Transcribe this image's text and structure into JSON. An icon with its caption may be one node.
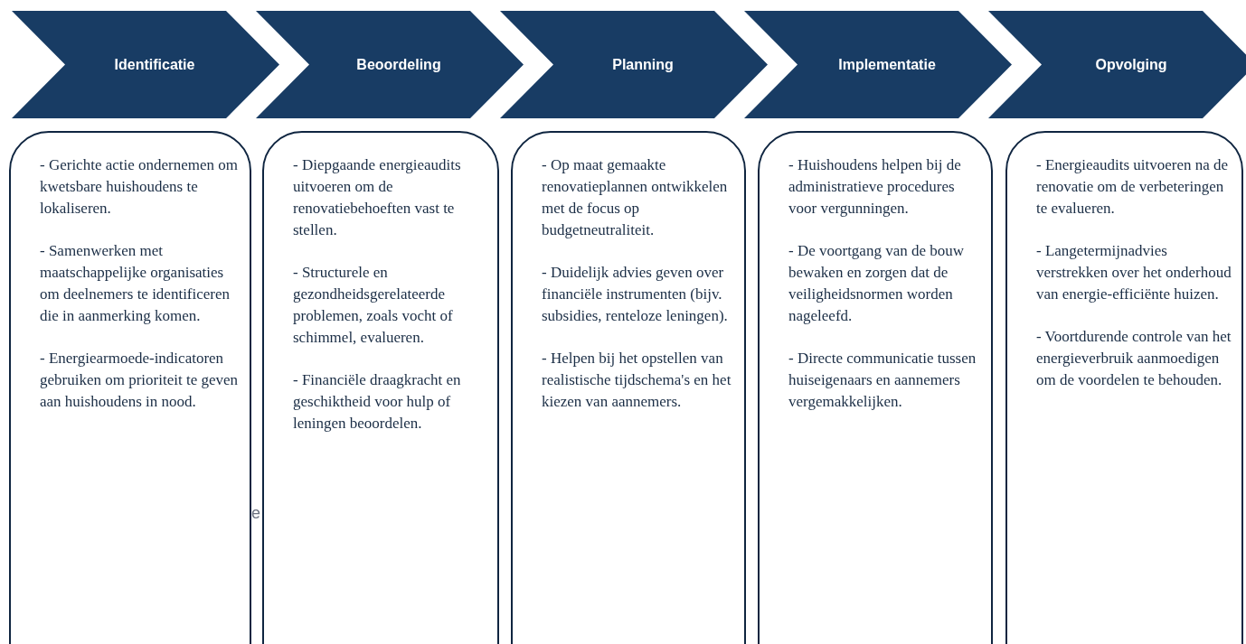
{
  "diagram": {
    "nodes": [
      {
        "text": [
          "Identificatie"
        ]
      },
      {
        "text": [
          "Beoordeling"
        ]
      },
      {
        "text": [
          "Planning"
        ]
      },
      {
        "text": [
          "Implementatie"
        ]
      },
      {
        "text": [
          "Opvolging"
        ]
      },
      {
        "text": [
          "- Gerichte actie ondernemen om kwetsbare huishoudens te lokaliseren.",
          "- Samenwerken met maatschappelijke organisaties om deelnemers te identificeren die in aanmerking komen.",
          "- Energiearmoede-indicatoren gebruiken om prioriteit te geven aan huishoudens in nood."
        ]
      },
      {
        "text": [
          "- Diepgaande energieaudits uitvoeren om de renovatiebehoeften vast te stellen.",
          "- Structurele en gezondheidsgerelateerde problemen, zoals vocht of schimmel, evalueren.",
          "- Financiële draagkracht en geschiktheid voor hulp of leningen beoordelen."
        ]
      },
      {
        "text": [
          "- Op maat gemaakte renovatieplannen ontwikkelen met de focus op budgetneutraliteit.",
          "- Duidelijk advies geven over financiële instrumenten (bijv. subsidies, renteloze leningen).",
          "- Helpen bij het opstellen van realistische tijdschema's en het kiezen van aannemers."
        ]
      },
      {
        "text": [
          "- Huishoudens helpen bij de administratieve procedures voor vergunningen.",
          "- De voortgang van de bouw bewaken en zorgen dat de veiligheidsnormen worden nageleefd.",
          "- Directe communicatie tussen huiseigenaars en aannemers vergemakkelijken."
        ]
      },
      {
        "text": [
          "- Energieaudits uitvoeren na de renovatie om de verbeteringen te evalueren.",
          "- Langetermijnadvies verstrekken over het onderhoud van energie-efficiënte huizen.",
          "- Voortdurende controle van het energieverbruik aanmoedigen om de voordelen te behouden."
        ]
      }
    ],
    "labels": [
      "e"
    ]
  }
}
